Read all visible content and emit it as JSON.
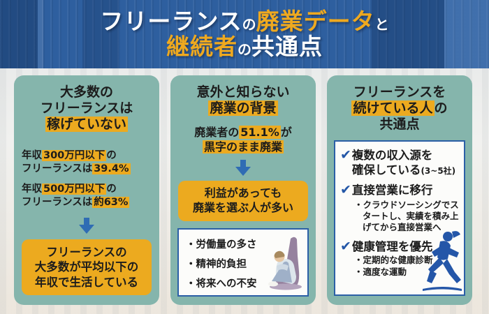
{
  "meta": {
    "title": "フリーランスの廃業データと継続者の共通点"
  },
  "colors": {
    "header_bg": "#2e5f9f",
    "highlight_orange": "#ecaa1f",
    "card_teal": "#85b5ac",
    "arrow_blue": "#2f6cb4",
    "box_border_blue": "#2b5fa6",
    "check_blue": "#2457a7",
    "text_dark": "#1c1c1c"
  },
  "icons": {
    "check": "✔"
  },
  "header": {
    "line1_seg1": "フリーランス",
    "line1_seg2": "の",
    "line1_seg3": "廃業データ",
    "line1_seg4": "と",
    "line2_seg1": "継続者",
    "line2_seg2": "の",
    "line2_seg3": "共通点"
  },
  "card1": {
    "title_line1": "大多数の",
    "title_line2": "フリーランスは",
    "title_line3_hl": "稼げていない",
    "stat1_pre": "年収",
    "stat1_hl1": "300万円以下",
    "stat1_mid": "の",
    "stat1_line2": "フリーランスは",
    "stat1_hl2": "39.4%",
    "stat2_pre": "年収",
    "stat2_hl1": "500万円以下",
    "stat2_mid": "の",
    "stat2_line2": "フリーランスは",
    "stat2_hl2": "約63%",
    "conclusion_line1": "フリーランスの",
    "conclusion_line2": "大多数が平均以下の",
    "conclusion_line3": "年収で生活している"
  },
  "card2": {
    "title_line1": "意外と知らない",
    "title_line2_hl": "廃業の背景",
    "stat_pre": "廃業者の",
    "stat_hl1": "51.1%",
    "stat_suf": "が",
    "stat_hl2": "黒字のまま廃業",
    "conclusion_line1": "利益があっても",
    "conclusion_line2": "廃業を選ぶ人が多い",
    "reasons": [
      "・労働量の多さ",
      "・精神的負担",
      "・将来への不安"
    ]
  },
  "card3": {
    "title_line1": "フリーランスを",
    "title_line2_hl": "続けている人",
    "title_line2_suf": "の",
    "title_line3": "共通点",
    "item1_line1": "複数の収入源を",
    "item1_line2": "確保している",
    "item1_note": "(3~5社)",
    "item2_title": "直接営業に移行",
    "item2_detail": "・クラウドソーシングでスタートし、実績を積み上げてから直接営業へ",
    "item3_title": "健康管理を優先",
    "item3_detail1": "・定期的な健康診断",
    "item3_detail2": "・適度な運動"
  }
}
